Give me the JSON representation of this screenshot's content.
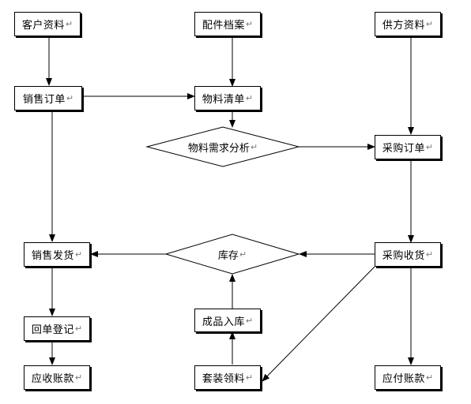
{
  "paragraph_mark": "↵",
  "nodes": {
    "customer_data": "客户资料",
    "parts_archive": "配件档案",
    "supplier_data": "供方资料",
    "sales_order": "销售订单",
    "material_list": "物料清单",
    "material_requirement_analysis": "物料需求分析",
    "purchase_order": "采购订单",
    "sales_delivery": "销售发货",
    "inventory": "库存",
    "purchase_receipt": "采购收货",
    "receipt_registration": "回单登记",
    "finished_goods_inbound": "成品入库",
    "accounts_receivable": "应收账款",
    "kit_material_requisition": "套装领料",
    "accounts_payable": "应付账款"
  }
}
